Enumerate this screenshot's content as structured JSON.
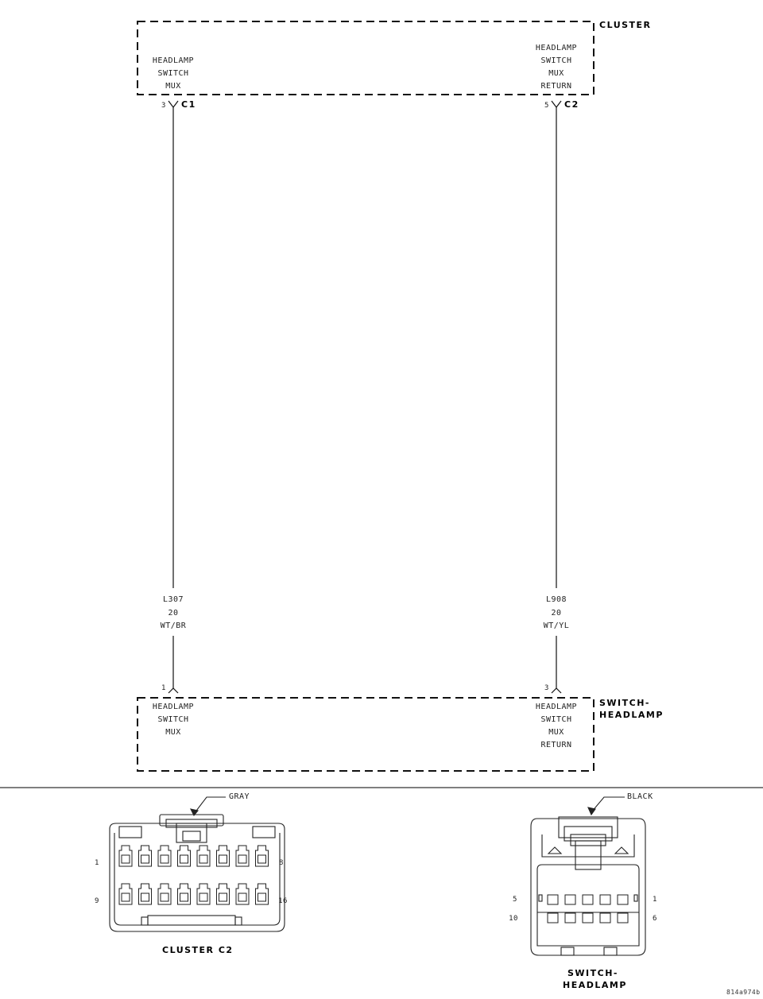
{
  "components": {
    "cluster": {
      "title": "CLUSTER",
      "left_pin": {
        "label": [
          "HEADLAMP",
          "SWITCH",
          "MUX"
        ],
        "pin": "3",
        "connector": "C1"
      },
      "right_pin": {
        "label": [
          "HEADLAMP",
          "SWITCH",
          "MUX",
          "RETURN"
        ],
        "pin": "5",
        "connector": "C2"
      }
    },
    "switch_headlamp": {
      "title": [
        "SWITCH-",
        "HEADLAMP"
      ],
      "left_pin": {
        "label": [
          "HEADLAMP",
          "SWITCH",
          "MUX"
        ],
        "pin": "1"
      },
      "right_pin": {
        "label": [
          "HEADLAMP",
          "SWITCH",
          "MUX",
          "RETURN"
        ],
        "pin": "3"
      }
    }
  },
  "wires": [
    {
      "circuit": "L307",
      "gauge": "20",
      "color": "WT/BR"
    },
    {
      "circuit": "L908",
      "gauge": "20",
      "color": "WT/YL"
    }
  ],
  "connector_views": {
    "cluster_c2": {
      "color_label": "GRAY",
      "pin_labels": {
        "top_left": "1",
        "top_right": "8",
        "bottom_left": "9",
        "bottom_right": "16"
      },
      "title": "CLUSTER C2"
    },
    "switch_headlamp": {
      "color_label": "BLACK",
      "pin_labels": {
        "top_left": "5",
        "top_right": "1",
        "bottom_left": "10",
        "bottom_right": "6"
      },
      "title": [
        "SWITCH-",
        "HEADLAMP"
      ]
    }
  },
  "figure_code": "814a974b"
}
